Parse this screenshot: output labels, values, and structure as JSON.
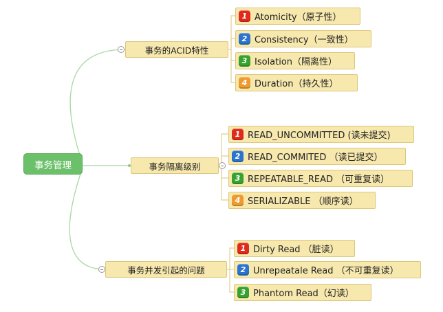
{
  "mindmap": {
    "root": {
      "label": "事务管理"
    },
    "branches": [
      {
        "label": "事务的ACID特性",
        "leaves": [
          {
            "badge": "1",
            "label": "Atomicity（原子性）"
          },
          {
            "badge": "2",
            "label": "Consistency（一致性）"
          },
          {
            "badge": "3",
            "label": "Isolation（隔离性）"
          },
          {
            "badge": "4",
            "label": "Duration（持久性）"
          }
        ]
      },
      {
        "label": "事务隔离级别",
        "leaves": [
          {
            "badge": "1",
            "label": "READ_UNCOMMITTED (读未提交)"
          },
          {
            "badge": "2",
            "label": "READ_COMMITED （读已提交）"
          },
          {
            "badge": "3",
            "label": "REPEATABLE_READ （可重复读）"
          },
          {
            "badge": "4",
            "label": "SERIALIZABLE （顺序读）"
          }
        ]
      },
      {
        "label": "事务并发引起的问题",
        "leaves": [
          {
            "badge": "1",
            "label": "Dirty Read （脏读）"
          },
          {
            "badge": "2",
            "label": "Unrepeatale Read （不可重复读）"
          },
          {
            "badge": "3",
            "label": "Phantom Read（幻读）"
          }
        ]
      }
    ]
  },
  "colors": {
    "root_fill": "#6cc06a",
    "node_fill": "#f7e8ae",
    "node_border": "#dcc67a",
    "connector": "#a8d6a4",
    "badge_1": "#e02a1c",
    "badge_2": "#2b73cf",
    "badge_3": "#36a22f",
    "badge_4": "#ee9a2e"
  }
}
